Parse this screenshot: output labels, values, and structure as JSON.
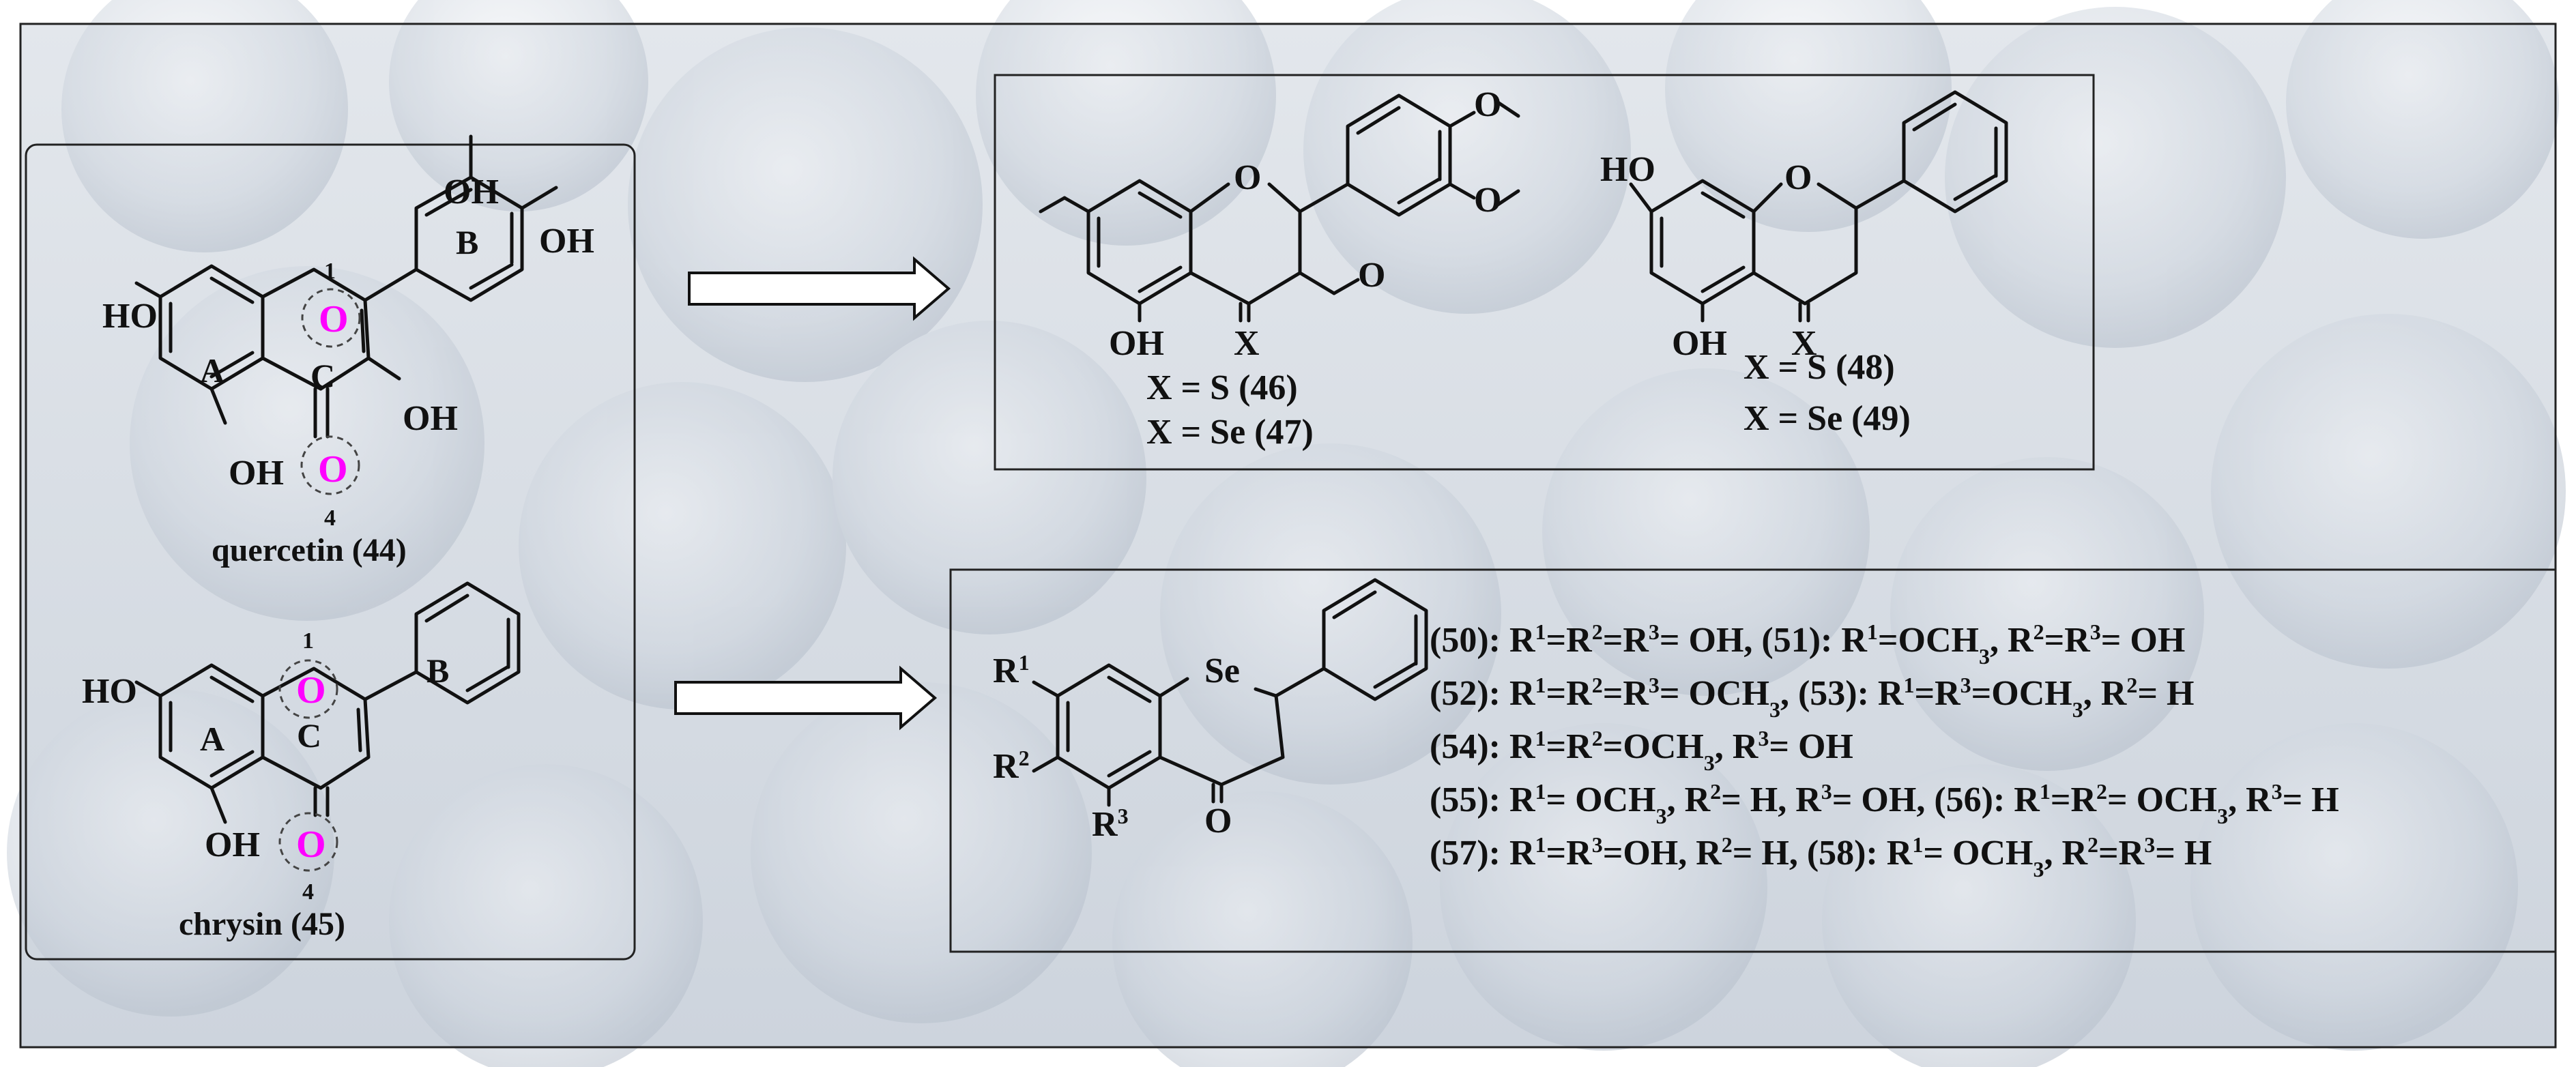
{
  "left_panel": {
    "quercetin": {
      "name": "quercetin (44)",
      "ring_a": "A",
      "ring_b": "B",
      "ring_c": "C",
      "oxygen": "O",
      "pos1": "1",
      "pos4": "4",
      "oh": "OH",
      "ho": "HO"
    },
    "chrysin": {
      "name": "chrysin (45)",
      "ring_a": "A",
      "ring_b": "B",
      "ring_c": "C",
      "oxygen": "O",
      "pos1": "1",
      "pos4": "4",
      "oh": "OH",
      "ho": "HO"
    }
  },
  "top_panel": {
    "ring_o": "O",
    "oh": "OH",
    "ho": "HO",
    "x": "X",
    "cmpd_46": "X = S  (46)",
    "cmpd_47": "X = Se (47)",
    "cmpd_48": "X = S (48)",
    "cmpd_49": "X = Se (49)"
  },
  "bottom_panel": {
    "se": "Se",
    "o": "O",
    "r1": "R",
    "r1_sup": "1",
    "r2": "R",
    "r2_sup": "2",
    "r3": "R",
    "r3_sup": "3",
    "lines": [
      [
        {
          "t": "(50): R"
        },
        {
          "s": "1"
        },
        {
          "t": "=R"
        },
        {
          "s": "2"
        },
        {
          "t": "=R"
        },
        {
          "s": "3"
        },
        {
          "t": "= OH, (51): R"
        },
        {
          "s": "1"
        },
        {
          "t": "=OCH"
        },
        {
          "b": "3"
        },
        {
          "t": ", R"
        },
        {
          "s": "2"
        },
        {
          "t": "=R"
        },
        {
          "s": "3"
        },
        {
          "t": "= OH"
        }
      ],
      [
        {
          "t": "(52): R"
        },
        {
          "s": "1"
        },
        {
          "t": "=R"
        },
        {
          "s": "2"
        },
        {
          "t": "=R"
        },
        {
          "s": "3"
        },
        {
          "t": "= OCH"
        },
        {
          "b": "3"
        },
        {
          "t": ", (53): R"
        },
        {
          "s": "1"
        },
        {
          "t": "=R"
        },
        {
          "s": "3"
        },
        {
          "t": "=OCH"
        },
        {
          "b": "3"
        },
        {
          "t": ", R"
        },
        {
          "s": "2"
        },
        {
          "t": "= H"
        }
      ],
      [
        {
          "t": "(54): R"
        },
        {
          "s": "1"
        },
        {
          "t": "=R"
        },
        {
          "s": "2"
        },
        {
          "t": "=OCH"
        },
        {
          "b": "3"
        },
        {
          "t": ", R"
        },
        {
          "s": "3"
        },
        {
          "t": "= OH"
        }
      ],
      [
        {
          "t": "(55): R"
        },
        {
          "s": "1"
        },
        {
          "t": "= OCH"
        },
        {
          "b": "3"
        },
        {
          "t": ", R"
        },
        {
          "s": "2"
        },
        {
          "t": "= H, R"
        },
        {
          "s": "3"
        },
        {
          "t": "= OH, (56): R"
        },
        {
          "s": "1"
        },
        {
          "t": "=R"
        },
        {
          "s": "2"
        },
        {
          "t": "= OCH"
        },
        {
          "b": "3"
        },
        {
          "t": ", R"
        },
        {
          "s": "3"
        },
        {
          "t": "= H"
        }
      ],
      [
        {
          "t": "(57): R"
        },
        {
          "s": "1"
        },
        {
          "t": "=R"
        },
        {
          "s": "3"
        },
        {
          "t": "=OH, R"
        },
        {
          "s": "2"
        },
        {
          "t": "= H, (58): R"
        },
        {
          "s": "1"
        },
        {
          "t": "= OCH"
        },
        {
          "b": "3"
        },
        {
          "t": ", R"
        },
        {
          "s": "2"
        },
        {
          "t": "=R"
        },
        {
          "s": "3"
        },
        {
          "t": "= H"
        }
      ]
    ]
  },
  "colors": {
    "background_top": "#dfe4ea",
    "background_bottom": "#c9d1db",
    "highlight_oxygen": "#ff00ff",
    "ink": "#111111"
  }
}
